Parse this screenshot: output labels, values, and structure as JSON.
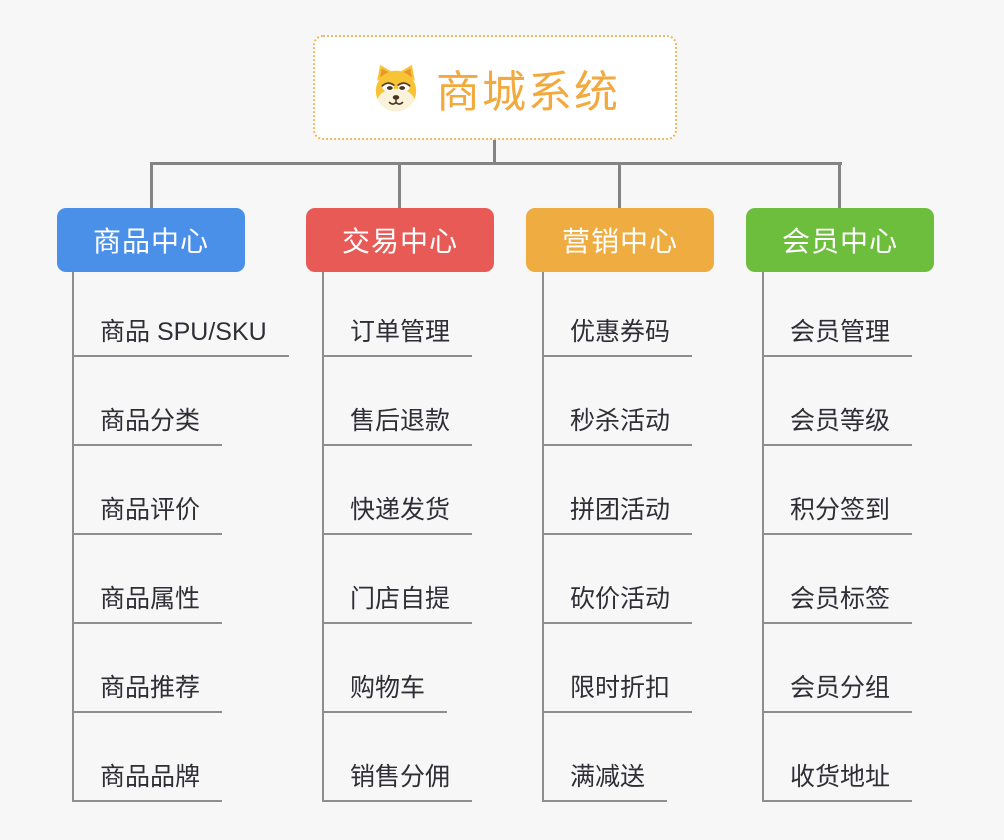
{
  "root": {
    "title": "商城系统",
    "icon": "dog-face-icon"
  },
  "colors": {
    "page_background": "#f7f7f8",
    "connector_gray": "#848484",
    "item_underline_gray": "#8e8e8e",
    "item_text": "#2e2e34",
    "root_border_orange": "#f0b95f",
    "root_title_orange": "#f2a93e"
  },
  "branches": [
    {
      "label": "商品中心",
      "color": "#4a90e8",
      "items": [
        "商品 SPU/SKU",
        "商品分类",
        "商品评价",
        "商品属性",
        "商品推荐",
        "商品品牌"
      ]
    },
    {
      "label": "交易中心",
      "color": "#e85a56",
      "items": [
        "订单管理",
        "售后退款",
        "快递发货",
        "门店自提",
        "购物车",
        "销售分佣"
      ]
    },
    {
      "label": "营销中心",
      "color": "#efac40",
      "items": [
        "优惠券码",
        "秒杀活动",
        "拼团活动",
        "砍价活动",
        "限时折扣",
        "满减送"
      ]
    },
    {
      "label": "会员中心",
      "color": "#6ebe3e",
      "items": [
        "会员管理",
        "会员等级",
        "积分签到",
        "会员标签",
        "会员分组",
        "收货地址"
      ]
    }
  ]
}
